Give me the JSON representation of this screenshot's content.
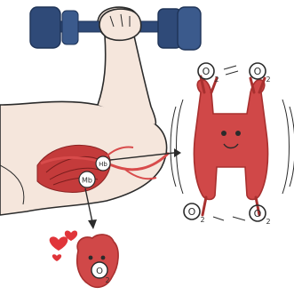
{
  "labels": {
    "mb": "Mb",
    "hb": "Hb",
    "o2_a": "O",
    "o2_b": "O",
    "o2_c": "O",
    "o2_d": "O",
    "o2_e": "O",
    "sub2": "2"
  },
  "colors": {
    "dumbbell": "#2f4a78",
    "dumbbell_dark": "#1e3357",
    "skin": "#f5e6dc",
    "muscle": "#c43b3b",
    "muscle_light": "#e06a5a",
    "protein": "#d04848",
    "protein_dark": "#a8302f",
    "heart": "#e0353a",
    "outline": "#2b2b2b"
  }
}
